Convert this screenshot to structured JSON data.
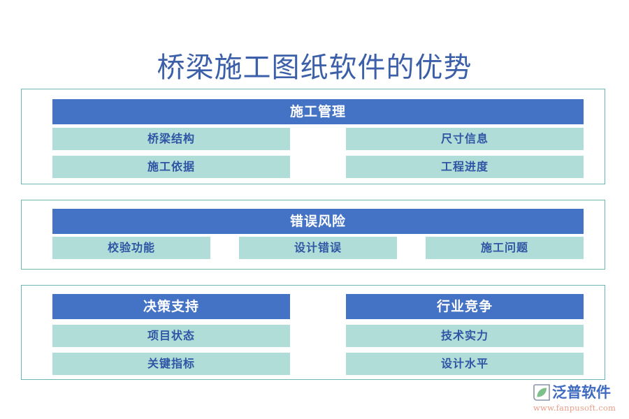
{
  "page": {
    "title": "桥梁施工图纸软件的优势",
    "title_color": "#3b5fa8",
    "background": "#ffffff"
  },
  "theme": {
    "header_bg": "#4472c4",
    "header_text": "#ffffff",
    "item_bg": "#b1ddd8",
    "item_text": "#2f55a4",
    "frame_border": "#6cb7b1"
  },
  "sections": [
    {
      "id": "construction-management",
      "layout": "single-header-2col",
      "header": "施工管理",
      "items": [
        "桥梁结构",
        "尺寸信息",
        "施工依据",
        "工程进度"
      ]
    },
    {
      "id": "error-risk",
      "layout": "single-header-3col",
      "header": "错误风险",
      "items": [
        "校验功能",
        "设计错误",
        "施工问题"
      ]
    },
    {
      "id": "decision-and-competition",
      "layout": "two-panels",
      "panels": [
        {
          "id": "decision-support",
          "header": "决策支持",
          "items": [
            "项目状态",
            "关键指标"
          ]
        },
        {
          "id": "industry-competition",
          "header": "行业竞争",
          "items": [
            "技术实力",
            "设计水平"
          ]
        }
      ]
    }
  ],
  "logo": {
    "name": "泛普软件",
    "url": "www.fanpusoft.com",
    "name_color": "#3e6bbf",
    "url_color": "#e8a08a",
    "mark_outline_color": "#8a93a8",
    "mark_swoosh_color": "#7cc08a"
  }
}
